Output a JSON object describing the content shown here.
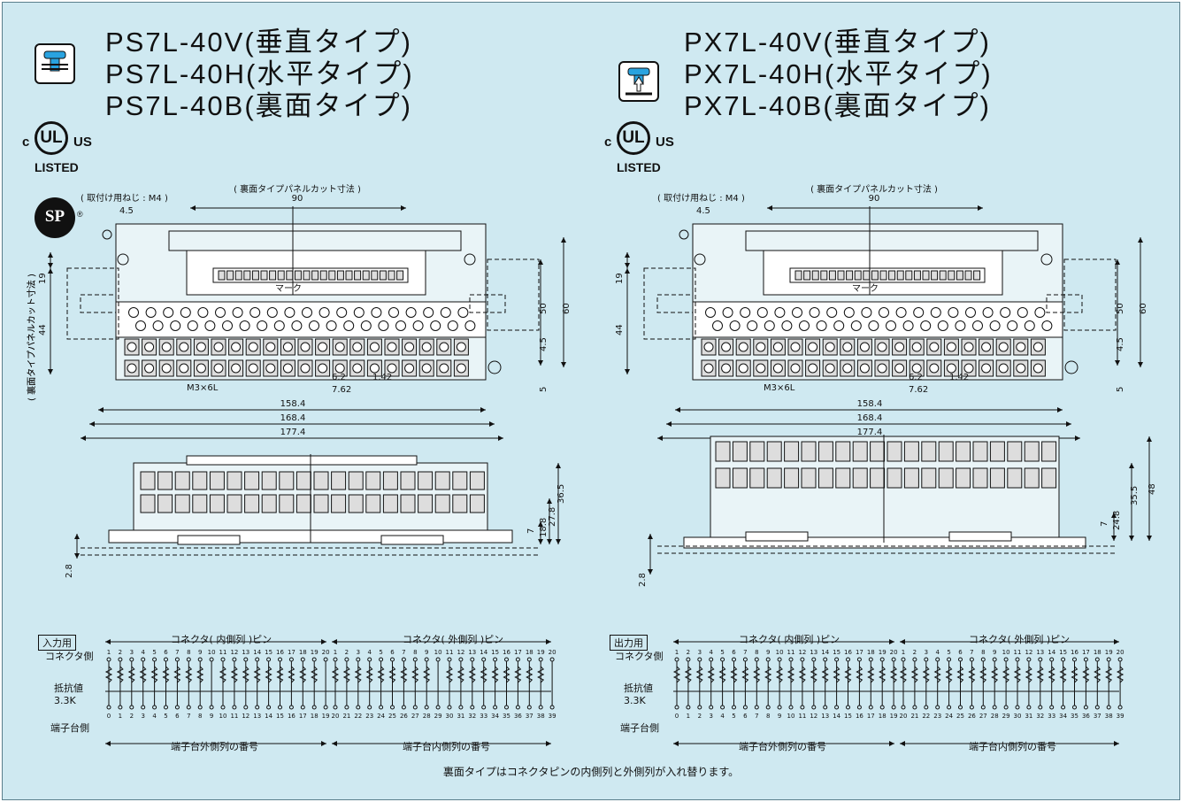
{
  "left": {
    "titles": [
      "PS7L-40V(垂直タイプ)",
      "PS7L-40H(水平タイプ)",
      "PS7L-40B(裏面タイプ)"
    ],
    "io_label": "入力用"
  },
  "right": {
    "titles": [
      "PX7L-40V(垂直タイプ)",
      "PX7L-40H(水平タイプ)",
      "PX7L-40B(裏面タイプ)"
    ],
    "io_label": "出力用"
  },
  "marks": {
    "ul_c": "c",
    "ul_text": "UL",
    "ul_us": "US",
    "ul_listed": "LISTED",
    "csa_text": "SP",
    "csa_reg": "®"
  },
  "dims": {
    "panel_cut": "( 裏面タイプパネルカット寸法 )",
    "mount_screw": "( 取付け用ねじ : M4 )",
    "d90": "90",
    "d45": "4.5",
    "d19": "19",
    "d44": "44",
    "d50": "50",
    "d60": "60",
    "d5": "5",
    "d62": "6.2",
    "d762": "7.62",
    "d142": "1.42",
    "d1584": "158.4",
    "d1684": "168.4",
    "d1774": "177.4",
    "screw": "M3×6L",
    "mark": "マーク",
    "side_panel": "( 裏面タイプパネルカット寸法 )",
    "d365": "36.5",
    "d278": "27.8",
    "d188": "18.8",
    "d7": "7",
    "d28": "2.8",
    "d48": "48",
    "d355": "35.5",
    "d248": "24.8"
  },
  "pinout": {
    "inner": "コネクタ( 内側列 )ピン",
    "outer": "コネクタ( 外側列 )ピン",
    "connector_side": "コネクタ側",
    "resistance": "抵抗値",
    "res_value": "3.3K",
    "terminal_side": "端子台側",
    "outer_numbers": "端子台外側列の番号",
    "inner_numbers": "端子台内側列の番号"
  },
  "footer": "裏面タイプはコネクタピンの内側列と外側列が入れ替ります。"
}
